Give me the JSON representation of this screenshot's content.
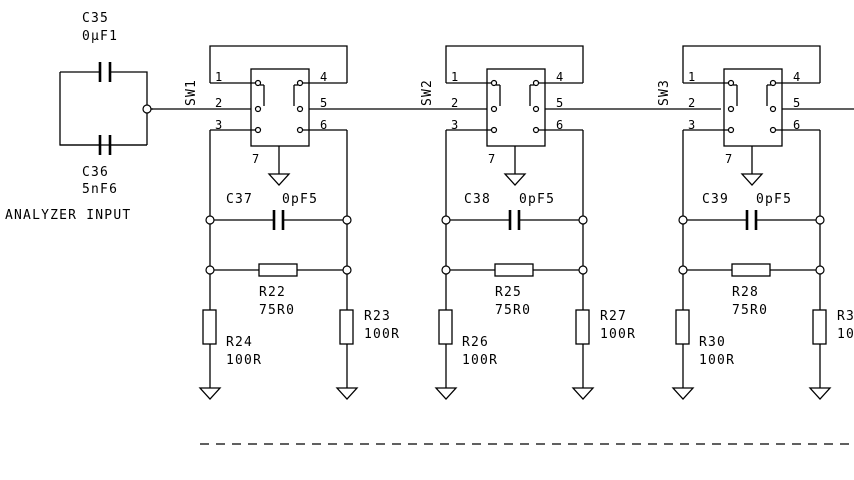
{
  "input": {
    "c35": {
      "ref": "C35",
      "value": "0µF1"
    },
    "c36": {
      "ref": "C36",
      "value": "5nF6"
    },
    "label": "ANALYZER INPUT"
  },
  "stages": [
    {
      "switch": "SW1",
      "pins": [
        "1",
        "2",
        "3",
        "4",
        "5",
        "6",
        "7"
      ],
      "cap": {
        "ref": "C37",
        "value": "0pF5"
      },
      "series_res": {
        "ref": "R22",
        "value": "75R0"
      },
      "left_res": {
        "ref": "R24",
        "value": "100R"
      },
      "right_res": {
        "ref": "R23",
        "value": "100R"
      }
    },
    {
      "switch": "SW2",
      "pins": [
        "1",
        "2",
        "3",
        "4",
        "5",
        "6",
        "7"
      ],
      "cap": {
        "ref": "C38",
        "value": "0pF5"
      },
      "series_res": {
        "ref": "R25",
        "value": "75R0"
      },
      "left_res": {
        "ref": "R26",
        "value": "100R"
      },
      "right_res": {
        "ref": "R27",
        "value": "100R"
      }
    },
    {
      "switch": "SW3",
      "pins": [
        "1",
        "2",
        "3",
        "4",
        "5",
        "6",
        "7"
      ],
      "cap": {
        "ref": "C39",
        "value": "0pF5"
      },
      "series_res": {
        "ref": "R28",
        "value": "75R0"
      },
      "left_res": {
        "ref": "R30",
        "value": "100R"
      },
      "right_res": {
        "ref": "R3",
        "value": "10"
      }
    }
  ]
}
